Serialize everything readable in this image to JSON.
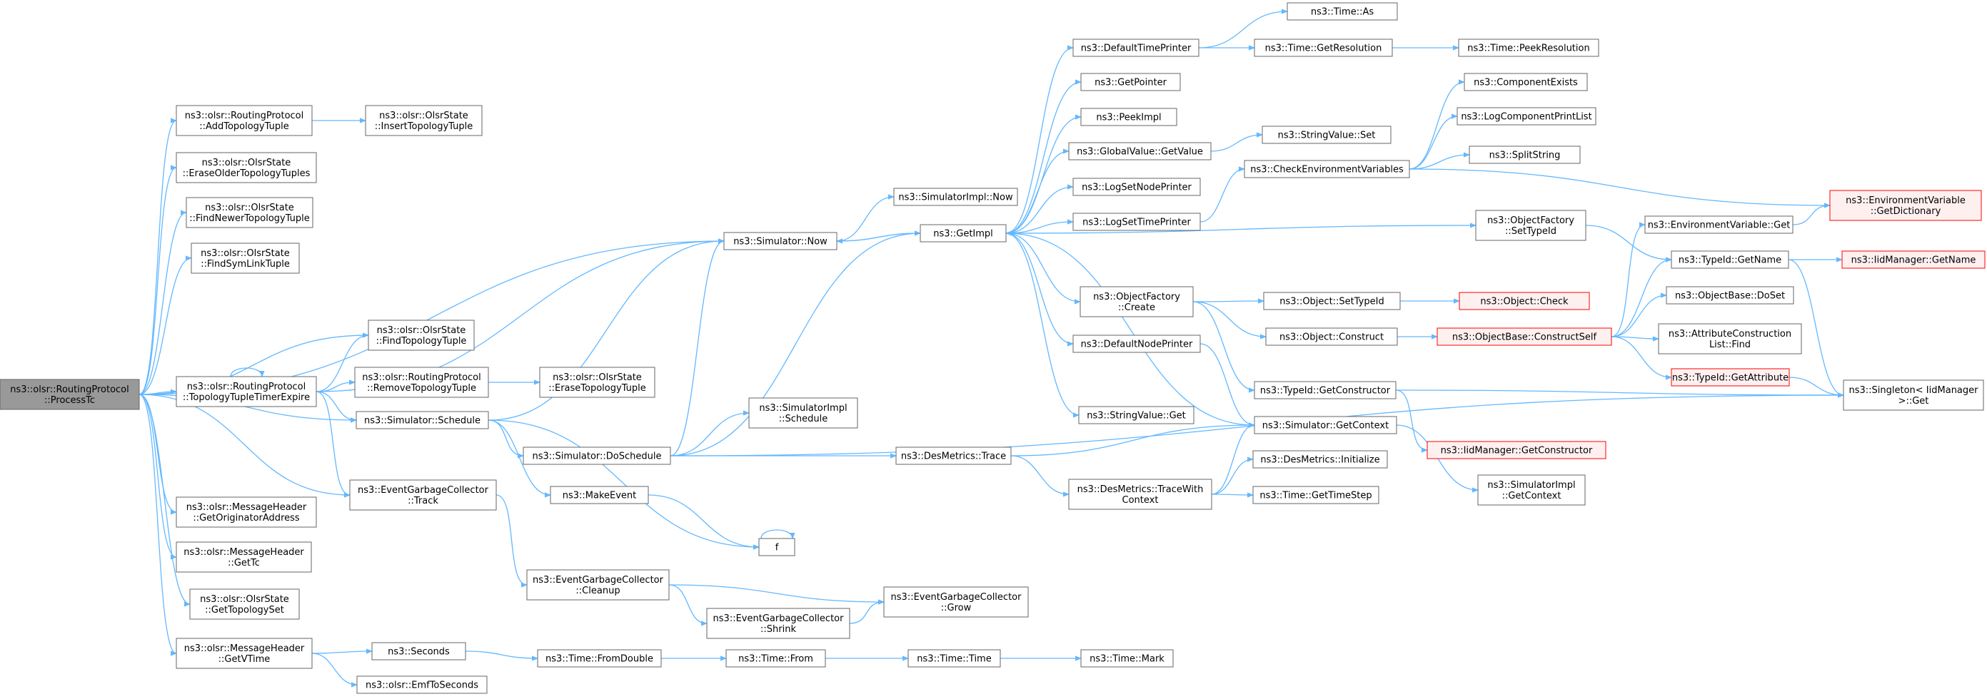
{
  "colors": {
    "edge": "#63b8ff",
    "root_fill": "#999999",
    "node_border": "#666666",
    "truncated_border": "#ff0000",
    "truncated_fill": "#fff0f0"
  },
  "nodes": {
    "n_process_tc": "ns3::olsr::RoutingProtocol\n::ProcessTc",
    "n_add_topology_tuple": "ns3::olsr::RoutingProtocol\n::AddTopologyTuple",
    "n_insert_topology_tuple": "ns3::olsr::OlsrState\n::InsertTopologyTuple",
    "n_erase_older_topology_tuples": "ns3::olsr::OlsrState\n::EraseOlderTopologyTuples",
    "n_find_newer_topology_tuple": "ns3::olsr::OlsrState\n::FindNewerTopologyTuple",
    "n_find_sym_link_tuple": "ns3::olsr::OlsrState\n::FindSymLinkTuple",
    "n_find_topology_tuple": "ns3::olsr::OlsrState\n::FindTopologyTuple",
    "n_topology_tuple_timer_expire": "ns3::olsr::RoutingProtocol\n::TopologyTupleTimerExpire",
    "n_remove_topology_tuple": "ns3::olsr::RoutingProtocol\n::RemoveTopologyTuple",
    "n_erase_topology_tuple": "ns3::olsr::OlsrState\n::EraseTopologyTuple",
    "n_simulator_schedule": "ns3::Simulator::Schedule",
    "n_event_gc_track": "ns3::EventGarbageCollector\n::Track",
    "n_get_originator_address": "ns3::olsr::MessageHeader\n::GetOriginatorAddress",
    "n_get_tc": "ns3::olsr::MessageHeader\n::GetTc",
    "n_get_topology_set": "ns3::olsr::OlsrState\n::GetTopologySet",
    "n_get_vtime": "ns3::olsr::MessageHeader\n::GetVTime",
    "n_seconds": "ns3::Seconds",
    "n_emf_to_seconds": "ns3::olsr::EmfToSeconds",
    "n_time_from_double": "ns3::Time::FromDouble",
    "n_time_from": "ns3::Time::From",
    "n_time_time": "ns3::Time::Time",
    "n_time_mark": "ns3::Time::Mark",
    "n_simulator_now": "ns3::Simulator::Now",
    "n_simulator_impl_now": "ns3::SimulatorImpl::Now",
    "n_get_impl": "ns3::GetImpl",
    "n_simulator_do_schedule": "ns3::Simulator::DoSchedule",
    "n_simulator_impl_schedule": "ns3::SimulatorImpl\n::Schedule",
    "n_make_event": "ns3::MakeEvent",
    "n_f": "f",
    "n_event_gc_cleanup": "ns3::EventGarbageCollector\n::Cleanup",
    "n_event_gc_shrink": "ns3::EventGarbageCollector\n::Shrink",
    "n_event_gc_grow": "ns3::EventGarbageCollector\n::Grow",
    "n_des_metrics_trace": "ns3::DesMetrics::Trace",
    "n_des_metrics_trace_with_context": "ns3::DesMetrics::TraceWith\nContext",
    "n_des_metrics_initialize": "ns3::DesMetrics::Initialize",
    "n_time_get_time_step": "ns3::Time::GetTimeStep",
    "n_default_time_printer": "ns3::DefaultTimePrinter",
    "n_get_pointer": "ns3::GetPointer",
    "n_peek_impl": "ns3::PeekImpl",
    "n_global_value_get_value": "ns3::GlobalValue::GetValue",
    "n_log_set_node_printer": "ns3::LogSetNodePrinter",
    "n_log_set_time_printer": "ns3::LogSetTimePrinter",
    "n_object_factory_create": "ns3::ObjectFactory\n::Create",
    "n_default_node_printer": "ns3::DefaultNodePrinter",
    "n_string_value_get": "ns3::StringValue::Get",
    "n_time_as": "ns3::Time::As",
    "n_time_get_resolution": "ns3::Time::GetResolution",
    "n_time_peek_resolution": "ns3::Time::PeekResolution",
    "n_string_value_set": "ns3::StringValue::Set",
    "n_check_environment_variables": "ns3::CheckEnvironmentVariables",
    "n_component_exists": "ns3::ComponentExists",
    "n_log_component_print_list": "ns3::LogComponentPrintList",
    "n_split_string": "ns3::SplitString",
    "n_env_var_get_dictionary": "ns3::EnvironmentVariable\n::GetDictionary",
    "n_object_factory_set_type_id": "ns3::ObjectFactory\n::SetTypeId",
    "n_object_set_type_id": "ns3::Object::SetTypeId",
    "n_object_check": "ns3::Object::Check",
    "n_object_construct": "ns3::Object::Construct",
    "n_object_base_construct_self": "ns3::ObjectBase::ConstructSelf",
    "n_type_id_get_constructor": "ns3::TypeId::GetConstructor",
    "n_simulator_get_context": "ns3::Simulator::GetContext",
    "n_iid_manager_get_constructor": "ns3::IidManager::GetConstructor",
    "n_simulator_impl_get_context": "ns3::SimulatorImpl\n::GetContext",
    "n_env_var_get": "ns3::EnvironmentVariable::Get",
    "n_type_id_get_name": "ns3::TypeId::GetName",
    "n_iid_manager_get_name": "ns3::IidManager::GetName",
    "n_object_base_do_set": "ns3::ObjectBase::DoSet",
    "n_attribute_construction_list_find": "ns3::AttributeConstruction\nList::Find",
    "n_type_id_get_attribute": "ns3::TypeId::GetAttribute",
    "n_singleton_iid_manager_get": "ns3::Singleton< IidManager\n >::Get"
  }
}
